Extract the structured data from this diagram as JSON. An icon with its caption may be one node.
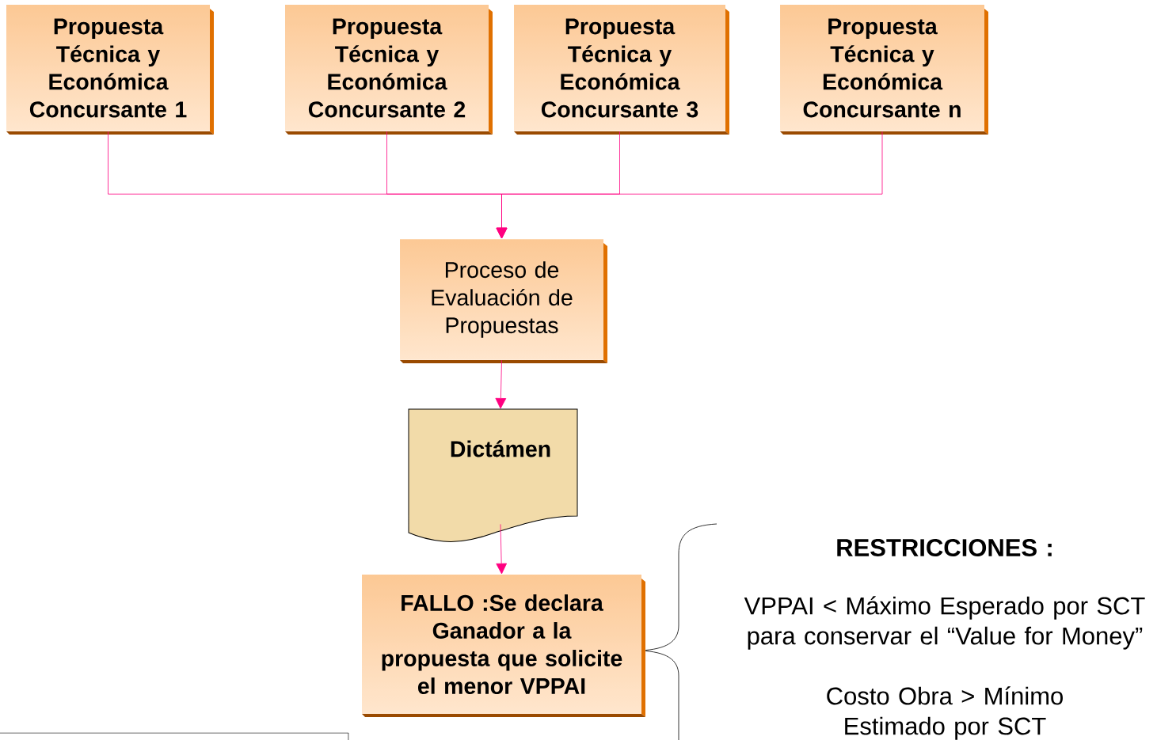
{
  "diagram": {
    "nodes": [
      {
        "text": [
          "Propuesta Técnica y Económica Concursante 1"
        ]
      },
      {
        "text": [
          "Propuesta Técnica y Económica Concursante 2"
        ]
      },
      {
        "text": [
          "Propuesta Técnica y Económica Concursante 3"
        ]
      },
      {
        "text": [
          "Propuesta Técnica y Económica Concursante n"
        ]
      },
      {
        "text": [
          "Proceso de Evaluación de Propuestas"
        ]
      },
      {
        "text": [
          "Dictámen"
        ]
      },
      {
        "text": [
          "FALLO :Se declara Ganador a la propuesta que solicite el menor VPPAI"
        ]
      }
    ],
    "edges": [
      {
        "from": 0,
        "to": 4,
        "arrow": "to"
      },
      {
        "from": 1,
        "to": 4,
        "arrow": "to"
      },
      {
        "from": 2,
        "to": 4,
        "arrow": "to"
      },
      {
        "from": 3,
        "to": 4,
        "arrow": "to"
      },
      {
        "from": 4,
        "to": 5,
        "arrow": "to"
      },
      {
        "from": 5,
        "to": 6,
        "arrow": "to"
      }
    ],
    "labels": [
      "RESTRICCIONES :",
      "VPPAI < Máximo Esperado por SCT para conservar el “Value for Money”",
      "Costo Obra > Mínimo Estimado por SCT"
    ]
  }
}
